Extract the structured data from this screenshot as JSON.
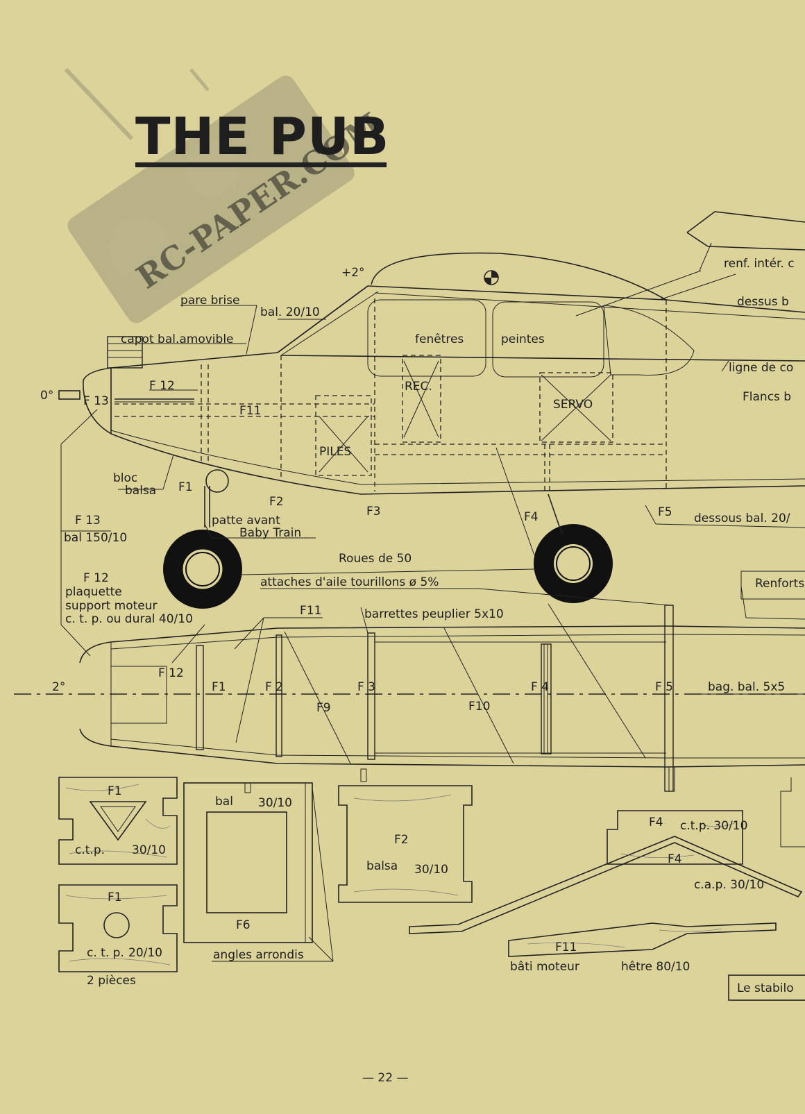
{
  "title": "THE PUB",
  "watermark": "RC-PAPER.COM",
  "page_number": "— 22 —",
  "angles": {
    "top": "+2°",
    "nose": "0°",
    "wing_bottom": "2°"
  },
  "side_view_labels": {
    "pare_brise": "pare brise",
    "bal_20_10": "bal. 20/10",
    "capot": "capot bal.amovible",
    "renf_inter": "renf. intér. c",
    "dessus": "dessus b",
    "ligne_de": "ligne de co",
    "flancs": "Flancs b",
    "fenetres": "fenêtres",
    "peintes": "peintes",
    "rec": "REC.",
    "servo": "SERVO",
    "piles": "PILES",
    "f12": "F 12",
    "f13": "F 13",
    "f11": "F11",
    "bloc": "bloc",
    "balsa": "balsa",
    "f1": "F1",
    "f2": "F2",
    "f3": "F3",
    "f4": "F4",
    "f5": "F5",
    "dessous": "dessous bal. 20/",
    "patte_avant": "patte avant",
    "baby_train": "Baby Train",
    "roues": "Roues de 50",
    "attaches": "attaches d'aile tourillons ø 5%",
    "renforts": "Renforts"
  },
  "side_notes": {
    "f13_title": "F 13",
    "f13_spec": "bal 150/10",
    "f12_title": "F 12",
    "f12_line1": "plaquette",
    "f12_line2": "support moteur",
    "f12_line3": "c. t. p. ou dural 40/10"
  },
  "top_view_labels": {
    "f11": "F11",
    "barrettes": "barrettes peuplier 5x10",
    "f12": "F 12",
    "f1": "F1",
    "f2": "F 2",
    "f3": "F 3",
    "f4": "F 4",
    "f5": "F 5",
    "f9": "F9",
    "f10": "F10",
    "bag": "bag. bal. 5x5"
  },
  "parts": {
    "f1a_title": "F1",
    "f1a_mat": "c.t.p.",
    "f1a_thk": "30/10",
    "f1b_title": "F1",
    "f1b_mat": "c. t. p.",
    "f1b_thk": "20/10",
    "f1b_qty": "2 pièces",
    "f6_mat": "bal",
    "f6_thk": "30/10",
    "f6_title": "F6",
    "f6_note": "angles arrondis",
    "f2_title": "F2",
    "f2_mat": "balsa",
    "f2_thk": "30/10",
    "f4_title": "F4",
    "f4_mat": "c.t.p. 30/10",
    "f4_inner": "F4",
    "f4_cap": "c.a.p. 30/10",
    "f11_title": "F11",
    "f11_mat": "bâti moteur",
    "f11_wood": "hêtre 80/10",
    "stabilo": "Le stabilo"
  }
}
